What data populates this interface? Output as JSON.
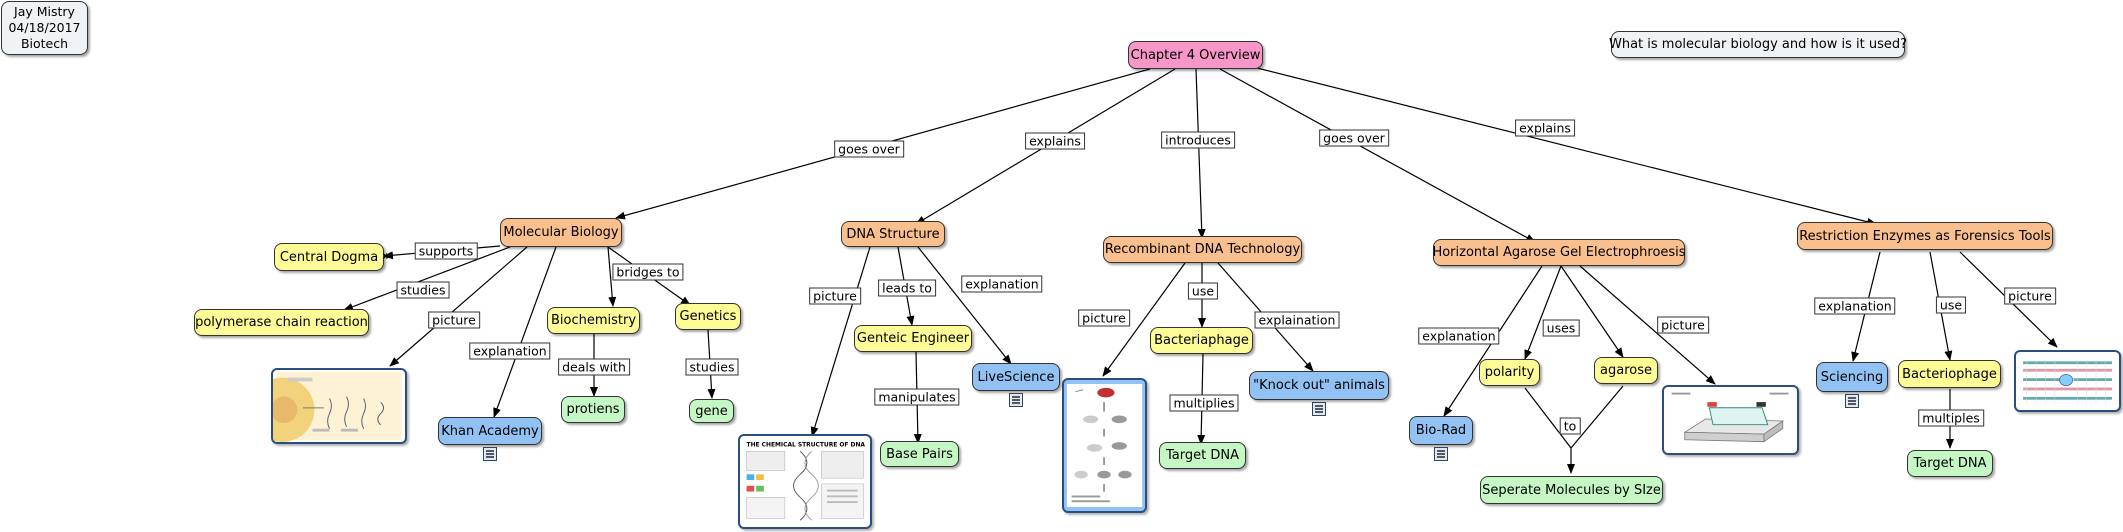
{
  "info": {
    "line1": "Jay Mistry",
    "line2": "04/18/2017",
    "line3": "Biotech"
  },
  "focus_question": "What is molecular biology and how is it used?",
  "root": "Chapter 4 Overview",
  "topics": {
    "molecular_biology": "Molecular Biology",
    "dna_structure": "DNA Structure",
    "recombinant": "Recombinant DNA Technology",
    "gel": "Horizontal Agarose Gel Electrophroesis",
    "restriction": "Restriction Enzymes as Forensics Tools"
  },
  "concepts": {
    "central_dogma": "Central Dogma",
    "pcr": "polymerase chain reaction",
    "khan": "Khan Academy",
    "biochemistry": "Biochemistry",
    "genetics": "Genetics",
    "protiens": "protiens",
    "gene": "gene",
    "genteic_engineer": "Genteic Engineer",
    "livescience": "LiveScience",
    "base_pairs": "Base Pairs",
    "bacteriaphage": "Bacteriaphage",
    "knockout": "\"Knock out\" animals",
    "target_dna_1": "Target DNA",
    "biorad": "Bio-Rad",
    "polarity": "polarity",
    "agarose": "agarose",
    "seperate": "Seperate Molecules by SIze",
    "sciencing": "Sciencing",
    "bacteriophage": "Bacteriophage",
    "target_dna_2": "Target DNA"
  },
  "links": {
    "goes_over_1": "goes over",
    "explains_1": "explains",
    "introduces": "introduces",
    "goes_over_2": "goes over",
    "explains_2": "explains",
    "supports": "supports",
    "studies_1": "studies",
    "picture_1": "picture",
    "explanation_1": "explanation",
    "bridges_to": "bridges to",
    "deals_with": "deals with",
    "studies_2": "studies",
    "picture_2": "picture",
    "leads_to": "leads to",
    "explanation_2": "explanation",
    "manipulates": "manipulates",
    "picture_3": "picture",
    "use_1": "use",
    "explaination": "explaination",
    "multiplies_1": "multiplies",
    "explanation_3": "explanation",
    "uses": "uses",
    "picture_4": "picture",
    "to": "to",
    "explanation_4": "explanation",
    "use_2": "use",
    "picture_5": "picture",
    "multiples": "multiples"
  },
  "pictures": {
    "dna_poster_title": "THE CHEMICAL STRUCTURE OF DNA"
  }
}
